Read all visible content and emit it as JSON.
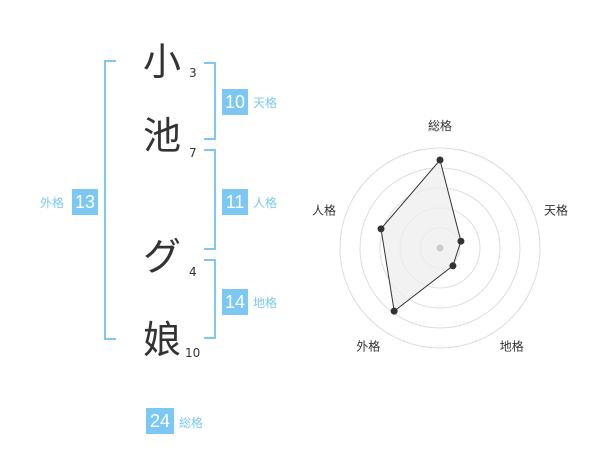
{
  "name": {
    "characters": [
      {
        "char": "小",
        "strokes": "3"
      },
      {
        "char": "池",
        "strokes": "7"
      },
      {
        "char": "グ",
        "strokes": "4"
      },
      {
        "char": "娘",
        "strokes": "10"
      }
    ]
  },
  "kaku": {
    "tenkaku": {
      "value": "10",
      "label": "天格"
    },
    "jinkaku": {
      "value": "11",
      "label": "人格"
    },
    "chikaku": {
      "value": "14",
      "label": "地格"
    },
    "gaikaku": {
      "value": "13",
      "label": "外格"
    },
    "soukaku": {
      "value": "24",
      "label": "総格"
    }
  },
  "colors": {
    "accent": "#7cc8f2",
    "text": "#333333",
    "grid": "#dddddd",
    "fill": "#eeeeee"
  },
  "chart_data": {
    "type": "radar",
    "axes": [
      "総格",
      "天格",
      "地格",
      "外格",
      "人格"
    ],
    "values": [
      0.88,
      0.22,
      0.22,
      0.78,
      0.62
    ],
    "rings": 5
  }
}
